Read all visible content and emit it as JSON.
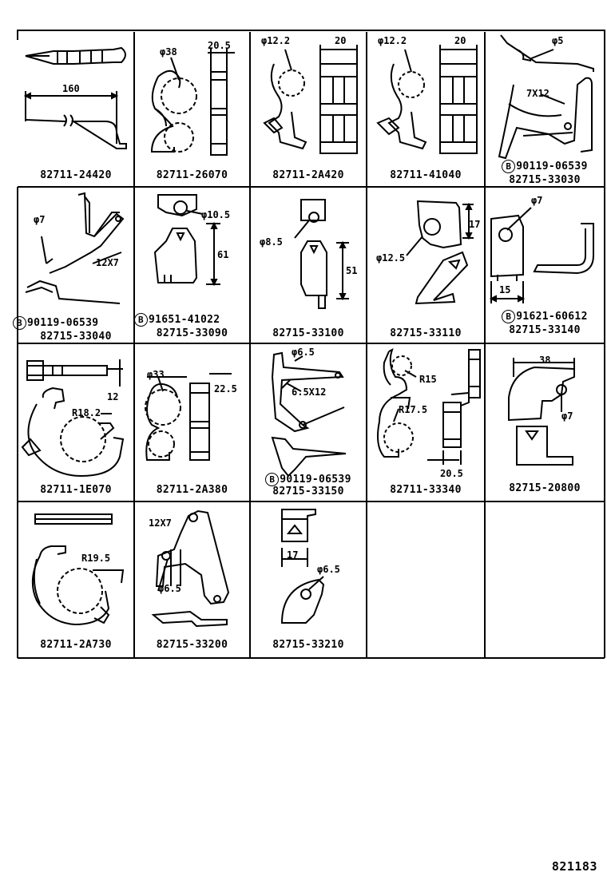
{
  "sheet_code": "821183",
  "cells": [
    {
      "part": "82711-24420",
      "dims": [
        "160"
      ]
    },
    {
      "part": "82711-26070",
      "dims": [
        "φ38",
        "20.5"
      ]
    },
    {
      "part": "82711-2A420",
      "dims": [
        "φ12.2",
        "20"
      ]
    },
    {
      "part": "82711-41040",
      "dims": [
        "φ12.2",
        "20"
      ]
    },
    {
      "part": "82715-33030",
      "bolt": "90119-06539",
      "dims": [
        "φ5",
        "7X12"
      ]
    },
    {
      "part": "82715-33040",
      "bolt": "90119-06539",
      "dims": [
        "φ7",
        "12X7"
      ]
    },
    {
      "part": "82715-33090",
      "bolt": "91651-41022",
      "dims": [
        "φ10.5",
        "61"
      ]
    },
    {
      "part": "82715-33100",
      "dims": [
        "φ8.5",
        "51"
      ]
    },
    {
      "part": "82715-33110",
      "dims": [
        "17",
        "φ12.5"
      ]
    },
    {
      "part": "82715-33140",
      "bolt": "91621-60612",
      "dims": [
        "φ7",
        "15"
      ]
    },
    {
      "part": "82711-1E070",
      "dims": [
        "12",
        "R18.2"
      ]
    },
    {
      "part": "82711-2A380",
      "dims": [
        "φ33",
        "22.5"
      ]
    },
    {
      "part": "82715-33150",
      "bolt": "90119-06539",
      "dims": [
        "φ6.5",
        "6.5X12"
      ]
    },
    {
      "part": "82711-33340",
      "dims": [
        "R15",
        "R17.5",
        "20.5"
      ]
    },
    {
      "part": "82715-20800",
      "dims": [
        "38",
        "φ7"
      ]
    },
    {
      "part": "82711-2A730",
      "dims": [
        "R19.5"
      ]
    },
    {
      "part": "82715-33200",
      "dims": [
        "12X7",
        "φ6.5"
      ]
    },
    {
      "part": "82715-33210",
      "dims": [
        "17",
        "φ6.5"
      ]
    }
  ],
  "bolt_marker": "B"
}
